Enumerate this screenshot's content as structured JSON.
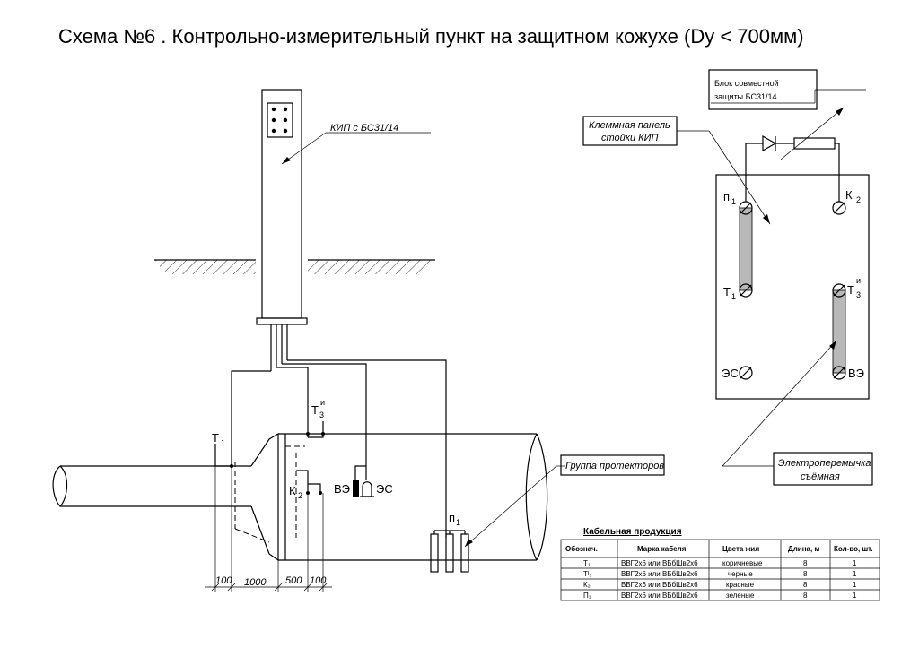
{
  "title": "Схема №6 . Контрольно-измерительный пункт на защитном кожухе  (Dy < 700мм)",
  "labels": {
    "kip": "КИП с БС31/14",
    "block_line1": "Блок совместной",
    "block_line2": "защиты БС31/14",
    "panel_line1": "Клеммная панель",
    "panel_line2": "стойки КИП",
    "protectors": "Группа протекторов",
    "jumper_line1": "Электроперемычка",
    "jumper_line2": "съёмная",
    "t1": "Т",
    "t1_sub": "1",
    "t3": "Т",
    "t3_sub": "3",
    "t3_sup": "и",
    "k2": "К",
    "k2_sub": "2",
    "ve": "ВЭ",
    "es": "ЭС",
    "p1": "п",
    "p1_sub": "1",
    "panel_p1": "п",
    "panel_k2": "К",
    "panel_t1": "Т",
    "panel_t3": "Т",
    "panel_es": "ЭС",
    "panel_ve": "ВЭ"
  },
  "dimensions": [
    "100",
    "1000",
    "500",
    "100"
  ],
  "table": {
    "title": "Кабельная продукция",
    "headers": [
      "Обознач.",
      "Марка кабеля",
      "Цвета жил",
      "Длина, м",
      "Кол-во, шт."
    ],
    "rows": [
      [
        "Т₁",
        "ВВГ2х6 или ВБбШв2х6",
        "коричневые",
        "8",
        "1"
      ],
      [
        "Тᴵ₃",
        "ВВГ2х6 или ВБбШв2х6",
        "черные",
        "8",
        "1"
      ],
      [
        "К₂",
        "ВВГ2х6 или ВБбШв2х6",
        "красные",
        "8",
        "1"
      ],
      [
        "П₁",
        "ВВГ2х6 или ВБбШв2х6",
        "зеленые",
        "8",
        "1"
      ]
    ]
  }
}
